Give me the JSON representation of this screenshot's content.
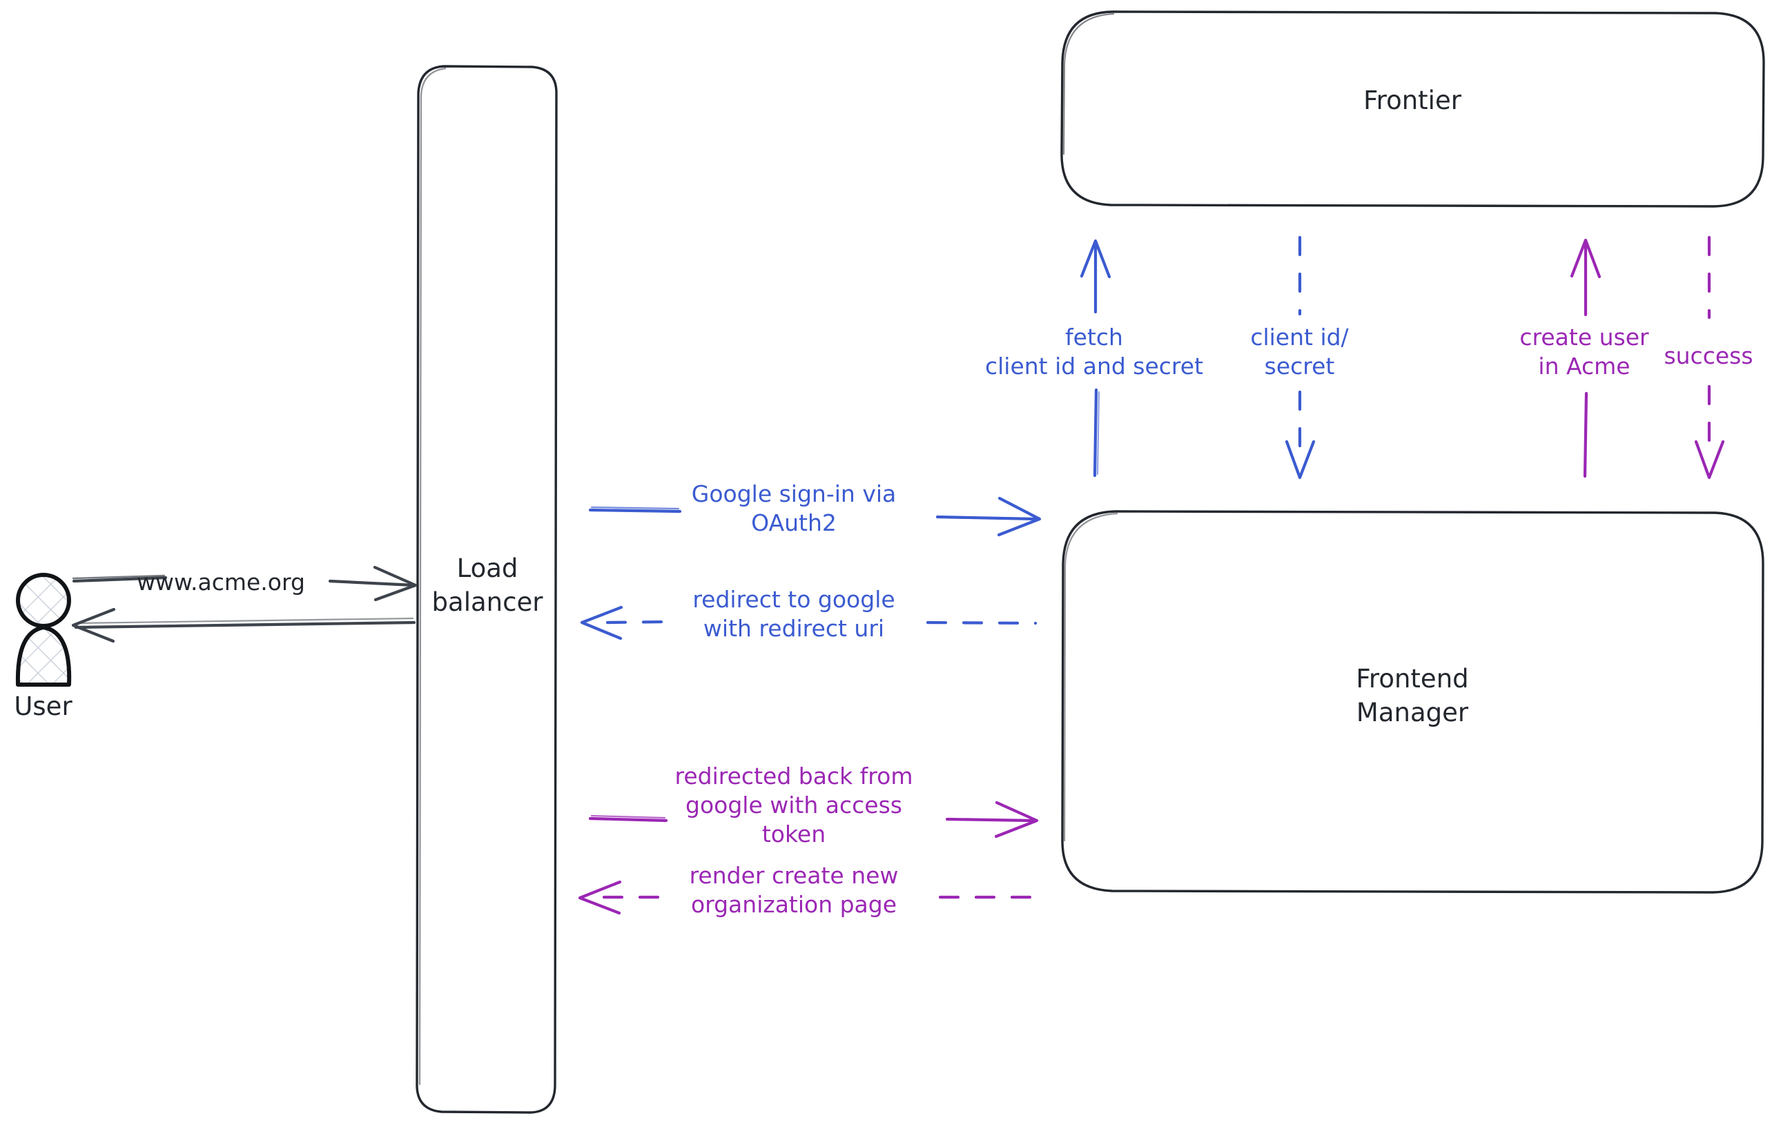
{
  "diagram": {
    "title": "Google OAuth2 sign-in sequence",
    "style": "hand-drawn",
    "background": "#ffffff",
    "colors": {
      "stroke_dark": "#23272e",
      "blue": "#3b5bd0",
      "purple": "#9b27b4"
    }
  },
  "nodes": [
    {
      "id": "user",
      "label": "User",
      "shape": "actor",
      "color": "#23272e"
    },
    {
      "id": "load_balancer",
      "label": "Load\nbalancer",
      "shape": "rounded-rect",
      "color": "#23272e"
    },
    {
      "id": "frontier",
      "label": "Frontier",
      "shape": "rounded-rect",
      "color": "#23272e"
    },
    {
      "id": "frontend_manager",
      "label": "Frontend\nManager",
      "shape": "rounded-rect",
      "color": "#23272e"
    }
  ],
  "edges": [
    {
      "id": "e1",
      "from": "user",
      "to": "load_balancer",
      "label": "www.acme.org",
      "color": "#23272e",
      "line": "solid",
      "direction": "right"
    },
    {
      "id": "e2",
      "from": "load_balancer",
      "to": "user",
      "label": "",
      "color": "#23272e",
      "line": "solid",
      "direction": "left"
    },
    {
      "id": "e3",
      "from": "load_balancer",
      "to": "frontend_manager",
      "label": "Google sign-in via\nOAuth2",
      "color": "#3b5bd0",
      "line": "solid",
      "direction": "right"
    },
    {
      "id": "e4",
      "from": "frontend_manager",
      "to": "load_balancer",
      "label": "redirect to google\nwith redirect uri",
      "color": "#3b5bd0",
      "line": "dashed",
      "direction": "left"
    },
    {
      "id": "e5",
      "from": "load_balancer",
      "to": "frontend_manager",
      "label": "redirected back from\ngoogle with access\ntoken",
      "color": "#9b27b4",
      "line": "solid",
      "direction": "right"
    },
    {
      "id": "e6",
      "from": "frontend_manager",
      "to": "load_balancer",
      "label": "render create new\norganization page",
      "color": "#9b27b4",
      "line": "dashed",
      "direction": "left"
    },
    {
      "id": "e7",
      "from": "frontend_manager",
      "to": "frontier",
      "label": "fetch\nclient id and secret",
      "color": "#3b5bd0",
      "line": "solid",
      "direction": "up"
    },
    {
      "id": "e8",
      "from": "frontier",
      "to": "frontend_manager",
      "label": "client id/\nsecret",
      "color": "#3b5bd0",
      "line": "dashed",
      "direction": "down"
    },
    {
      "id": "e9",
      "from": "frontend_manager",
      "to": "frontier",
      "label": "create user\nin Acme",
      "color": "#9b27b4",
      "line": "solid",
      "direction": "up"
    },
    {
      "id": "e10",
      "from": "frontier",
      "to": "frontend_manager",
      "label": "success",
      "color": "#9b27b4",
      "line": "dashed",
      "direction": "down"
    }
  ],
  "labels": {
    "user": "User",
    "load_balancer": "Load\nbalancer",
    "frontier": "Frontier",
    "frontend_manager": "Frontend\nManager",
    "acme_url": "www.acme.org",
    "oauth": "Google sign-in via\nOAuth2",
    "redirect_google": "redirect to google\nwith redirect uri",
    "redirected_back": "redirected back from\ngoogle with access\ntoken",
    "render_org": "render create new\norganization page",
    "fetch_secret": "fetch\nclient id and secret",
    "client_id_secret": "client id/\nsecret",
    "create_user": "create user\nin Acme",
    "success": "success"
  }
}
